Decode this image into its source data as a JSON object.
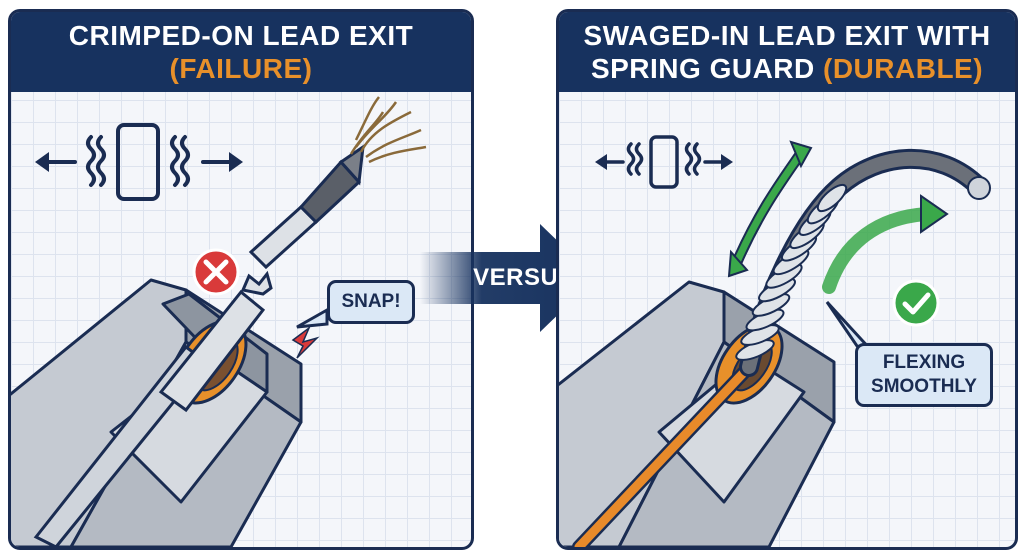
{
  "left_panel": {
    "title_line1": "CRIMPED-ON LEAD EXIT",
    "title_line2": "(FAILURE)",
    "callout": "SNAP!",
    "status_icon": "x-icon"
  },
  "center": {
    "label": "VERSUS"
  },
  "right_panel": {
    "title_line1": "SWAGED-IN LEAD EXIT WITH",
    "title_line2_prefix": "SPRING GUARD",
    "title_line2_accent": "(DURABLE)",
    "callout_line1": "FLEXING",
    "callout_line2": "SMOOTHLY",
    "status_icon": "checkmark-icon"
  },
  "colors": {
    "navy": "#17325f",
    "accent_orange": "#e8902a",
    "failure_red": "#d93a3a",
    "success_green": "#3aa84a",
    "callout_bg": "#dbe8f6"
  }
}
